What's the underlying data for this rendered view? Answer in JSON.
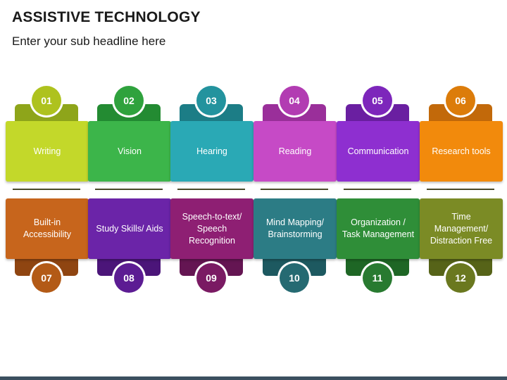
{
  "header": {
    "title": "ASSISTIVE TECHNOLOGY",
    "subtitle": "Enter your sub headline here"
  },
  "columns": [
    {
      "top": {
        "num": "01",
        "label": "Writing",
        "card": "#c3d82a",
        "tab": "#8ea51a",
        "circle": "#aec21e"
      },
      "bottom": {
        "num": "07",
        "label": "Built-in Accessibility",
        "card": "#c7651c",
        "tab": "#8f4511",
        "circle": "#b35a16"
      }
    },
    {
      "top": {
        "num": "02",
        "label": "Vision",
        "card": "#3cb54a",
        "tab": "#238b32",
        "circle": "#2fa23d"
      },
      "bottom": {
        "num": "08",
        "label": "Study Skills/ Aids",
        "card": "#6b24a8",
        "tab": "#4b1579",
        "circle": "#5c1c93"
      }
    },
    {
      "top": {
        "num": "03",
        "label": "Hearing",
        "card": "#2aa9b5",
        "tab": "#1c7d86",
        "circle": "#23939e"
      },
      "bottom": {
        "num": "09",
        "label": "Speech-to-text/ Speech Recognition",
        "card": "#8e1f73",
        "tab": "#641552",
        "circle": "#7a1a63"
      }
    },
    {
      "top": {
        "num": "04",
        "label": "Reading",
        "card": "#c64ac6",
        "tab": "#9a2f9a",
        "circle": "#b23cb2"
      },
      "bottom": {
        "num": "10",
        "label": "Mind Mapping/ Brainstorming",
        "card": "#2c7c85",
        "tab": "#1d5960",
        "circle": "#256a72"
      }
    },
    {
      "top": {
        "num": "05",
        "label": "Communication",
        "card": "#8e2fd0",
        "tab": "#6a1fa1",
        "circle": "#7d26bb"
      },
      "bottom": {
        "num": "11",
        "label": "Organization / Task Management",
        "card": "#2f8e38",
        "tab": "#1e6625",
        "circle": "#287a30"
      }
    },
    {
      "top": {
        "num": "06",
        "label": "Research tools",
        "card": "#f28a0c",
        "tab": "#c2690a",
        "circle": "#dc7c0a"
      },
      "bottom": {
        "num": "12",
        "label": "Time Management/ Distraction Free",
        "card": "#7b8b25",
        "tab": "#566318",
        "circle": "#6a781f"
      }
    }
  ]
}
